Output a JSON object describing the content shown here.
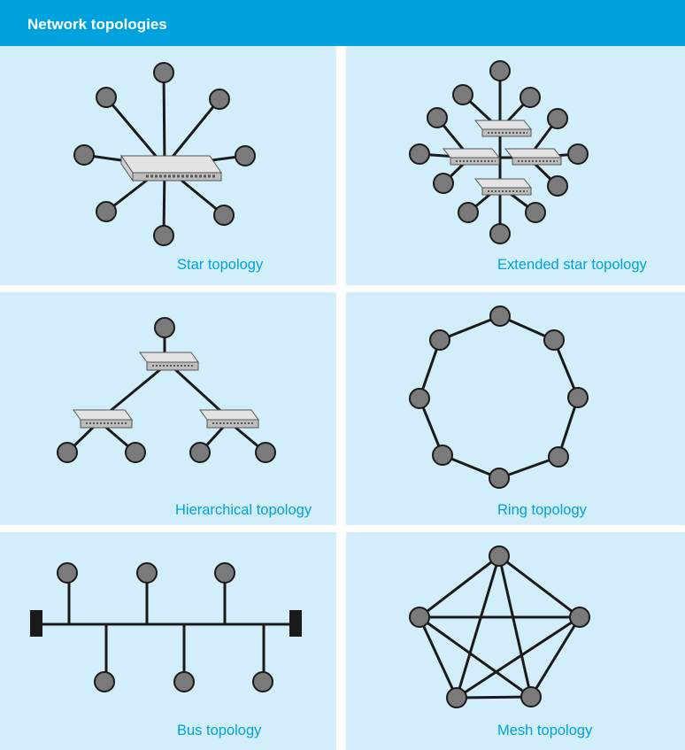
{
  "header": {
    "title": "Network topologies"
  },
  "colors": {
    "header": "#00a2de",
    "panel": "#d2eefb",
    "caption": "#00a2de",
    "line": "#1a1a1a",
    "node": "#7a7a7a"
  },
  "panels": [
    {
      "caption": "Star topology"
    },
    {
      "caption": "Extended star topology"
    },
    {
      "caption": "Hierarchical topology"
    },
    {
      "caption": "Ring topology"
    },
    {
      "caption": "Bus topology"
    },
    {
      "caption": "Mesh topology"
    }
  ]
}
